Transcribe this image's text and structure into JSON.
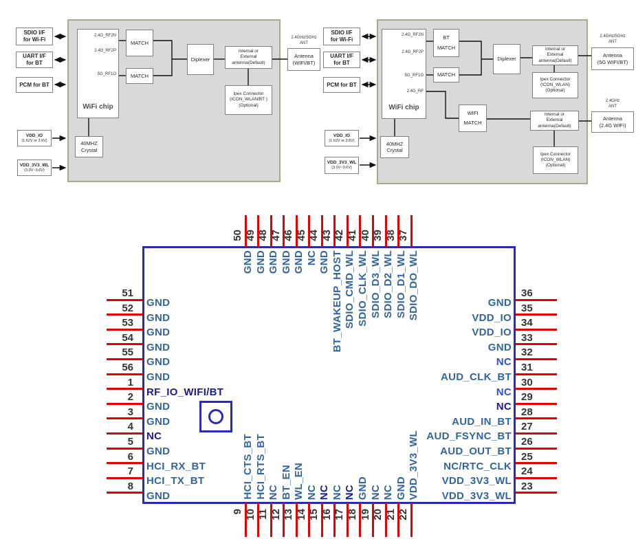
{
  "colors": {
    "red": "#e60000",
    "blue": "#32659e",
    "navy": "#1a1a96",
    "royal": "#2d4fd2",
    "number": "#333333",
    "chip_border": "#2a2ab8"
  },
  "diagram_left": {
    "sdio": "SDIO I/F\nfor Wi-Fi",
    "uart": "UART I/F\nfor BT",
    "pcm": "PCM for BT",
    "vdd_io": {
      "title": "VDD_IO",
      "sub": "(1.62V or 3.6V)"
    },
    "vdd_3v3": {
      "title": "VDD_3V3_WL",
      "sub": "(3.0V~3.6V)"
    },
    "chip_label": "WiFi chip",
    "ports": [
      "2.4G_RF2N",
      "2.4G_RF2P",
      "5G_RF1O"
    ],
    "match1": "MATCH",
    "match2": "MATCH",
    "diplexer": "Diplexer",
    "int_ext": "Internal or\nExternal\nantenna(Default)",
    "ipex": "Ipex Connector\n(ICON_WLAN/BT )\n(Optional)",
    "crystal": "40MHZ\nCrystal",
    "antenna_caption": "2.4GHz/5GHz\nANT",
    "antenna": "Antenna\n(WIFI/BT)"
  },
  "diagram_right": {
    "sdio": "SDIO I/F\nfor Wi-Fi",
    "uart": "UART I/F\nfor BT",
    "pcm": "PCM for BT",
    "vdd_io": {
      "title": "VDD_IO",
      "sub": "(1.62V or 3.6V)"
    },
    "vdd_3v3": {
      "title": "VDD_3V3_WL",
      "sub": "(3.0V~3.6V)"
    },
    "chip_label": "WiFi chip",
    "ports": [
      "2.4G_RF2N",
      "2.4G_RF2P",
      "5G_RF1O",
      "2.4G_RF"
    ],
    "bt_match": "BT\nMATCH",
    "match": "MATCH",
    "wifi_match": "WIFI\nMATCH",
    "diplexer": "Diplexer",
    "int_ext_top": "Internal or\nExternal\nantenna(Default)",
    "ipex_top": "Ipex Connector\n(ICON_WLAN)\n(Optional)",
    "int_ext_bottom": "Internal or\nExternal\nantenna(Default)",
    "ipex_bottom": "Ipex Connector\n(ICON_WLAN)\n(Optional)",
    "crystal": "40MHZ\nCrystal",
    "antenna5g_caption": "2.4GHz/5GHz\nANT",
    "antenna5g": "Antenna\n(5G WIFI/BT)",
    "antenna24_caption": "2.4GHz\nANT",
    "antenna24": "Antenna\n(2.4G WIFI)"
  },
  "pinout": {
    "pins_left": [
      {
        "n": "51",
        "l": "GND"
      },
      {
        "n": "52",
        "l": "GND"
      },
      {
        "n": "53",
        "l": "GND"
      },
      {
        "n": "54",
        "l": "GND"
      },
      {
        "n": "55",
        "l": "GND"
      },
      {
        "n": "56",
        "l": "GND"
      },
      {
        "n": "1",
        "l": "RF_IO_WIFI/BT",
        "v": "navy"
      },
      {
        "n": "2",
        "l": "GND"
      },
      {
        "n": "3",
        "l": "GND"
      },
      {
        "n": "4",
        "l": "NC",
        "v": "navy"
      },
      {
        "n": "5",
        "l": "GND"
      },
      {
        "n": "6",
        "l": "HCI_RX_BT"
      },
      {
        "n": "7",
        "l": "HCI_TX_BT"
      },
      {
        "n": "8",
        "l": "GND"
      }
    ],
    "pins_right": [
      {
        "n": "36",
        "l": "GND"
      },
      {
        "n": "35",
        "l": "VDD_IO"
      },
      {
        "n": "34",
        "l": "VDD_IO"
      },
      {
        "n": "33",
        "l": "GND"
      },
      {
        "n": "32",
        "l": "NC",
        "v": "royal"
      },
      {
        "n": "31",
        "l": "AUD_CLK_BT"
      },
      {
        "n": "30",
        "l": "NC",
        "v": "royal"
      },
      {
        "n": "29",
        "l": "NC",
        "v": "navy"
      },
      {
        "n": "28",
        "l": "AUD_IN_BT"
      },
      {
        "n": "27",
        "l": "AUD_FSYNC_BT"
      },
      {
        "n": "26",
        "l": "AUD_OUT_BT"
      },
      {
        "n": "25",
        "l": "NC/RTC_CLK"
      },
      {
        "n": "24",
        "l": "VDD_3V3_WL"
      },
      {
        "n": "23",
        "l": "VDD_3V3_WL"
      }
    ],
    "pins_top": [
      {
        "n": "50",
        "l": "GND"
      },
      {
        "n": "49",
        "l": "GND"
      },
      {
        "n": "48",
        "l": "GND"
      },
      {
        "n": "47",
        "l": "GND"
      },
      {
        "n": "46",
        "l": "GND"
      },
      {
        "n": "45",
        "l": "NC"
      },
      {
        "n": "44",
        "l": "GND"
      },
      {
        "n": "43",
        "l": "BT_WAKEUP_HOST"
      },
      {
        "n": "42",
        "l": "SDIO_CMD_WL"
      },
      {
        "n": "41",
        "l": "SDIO_CLK_WL"
      },
      {
        "n": "40",
        "l": "SDIO_D3_WL"
      },
      {
        "n": "39",
        "l": "SDIO_D2_WL"
      },
      {
        "n": "38",
        "l": "SDIO_D1_WL"
      },
      {
        "n": "37",
        "l": "SDIO_DO_WL"
      }
    ],
    "pins_bottom": [
      {
        "n": "9",
        "l": "HCI_CTS_BT"
      },
      {
        "n": "10",
        "l": "HCI_RTS_BT"
      },
      {
        "n": "11",
        "l": "NC"
      },
      {
        "n": "12",
        "l": "BT_EN"
      },
      {
        "n": "13",
        "l": "WL_EN"
      },
      {
        "n": "14",
        "l": "NC"
      },
      {
        "n": "15",
        "l": "NC",
        "v": "navy"
      },
      {
        "n": "16",
        "l": "NC"
      },
      {
        "n": "17",
        "l": "NC",
        "v": "navy"
      },
      {
        "n": "18",
        "l": "GND"
      },
      {
        "n": "19",
        "l": "NC"
      },
      {
        "n": "20",
        "l": "NC"
      },
      {
        "n": "21",
        "l": "GND"
      },
      {
        "n": "22",
        "l": "VDD_3V3_WL"
      }
    ]
  }
}
